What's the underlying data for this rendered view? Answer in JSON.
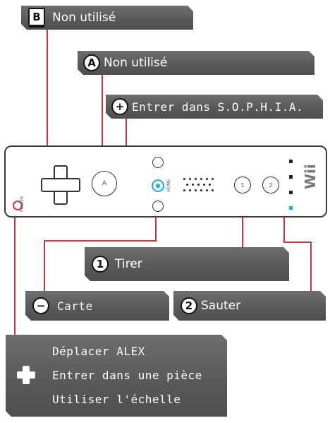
{
  "labels": {
    "b_button": {
      "icon": "B",
      "text": "Non utilisé"
    },
    "a_button": {
      "icon": "A",
      "text": "Non utilisé"
    },
    "plus_button": {
      "icon": "+",
      "text": "Entrer dans S.O.P.H.I.A."
    },
    "one_button": {
      "icon": "1",
      "text": "Tirer"
    },
    "minus_button": {
      "icon": "−",
      "text": "Carte"
    },
    "two_button": {
      "icon": "2",
      "text": "Sauter"
    },
    "dpad": {
      "icon": "dpad-icon",
      "lines": [
        "Déplacer ALEX",
        "Entrer dans une pièce",
        "Utiliser l'échelle"
      ]
    }
  },
  "remote": {
    "a_label": "A",
    "home_label": "HOME",
    "power_label": "POWER",
    "one_label": "1",
    "two_label": "2",
    "brand": "Wii"
  },
  "colors": {
    "label_bg": "#5a5a5a",
    "connector": "#c43a3a",
    "led_blue": "#2aa8e0"
  }
}
